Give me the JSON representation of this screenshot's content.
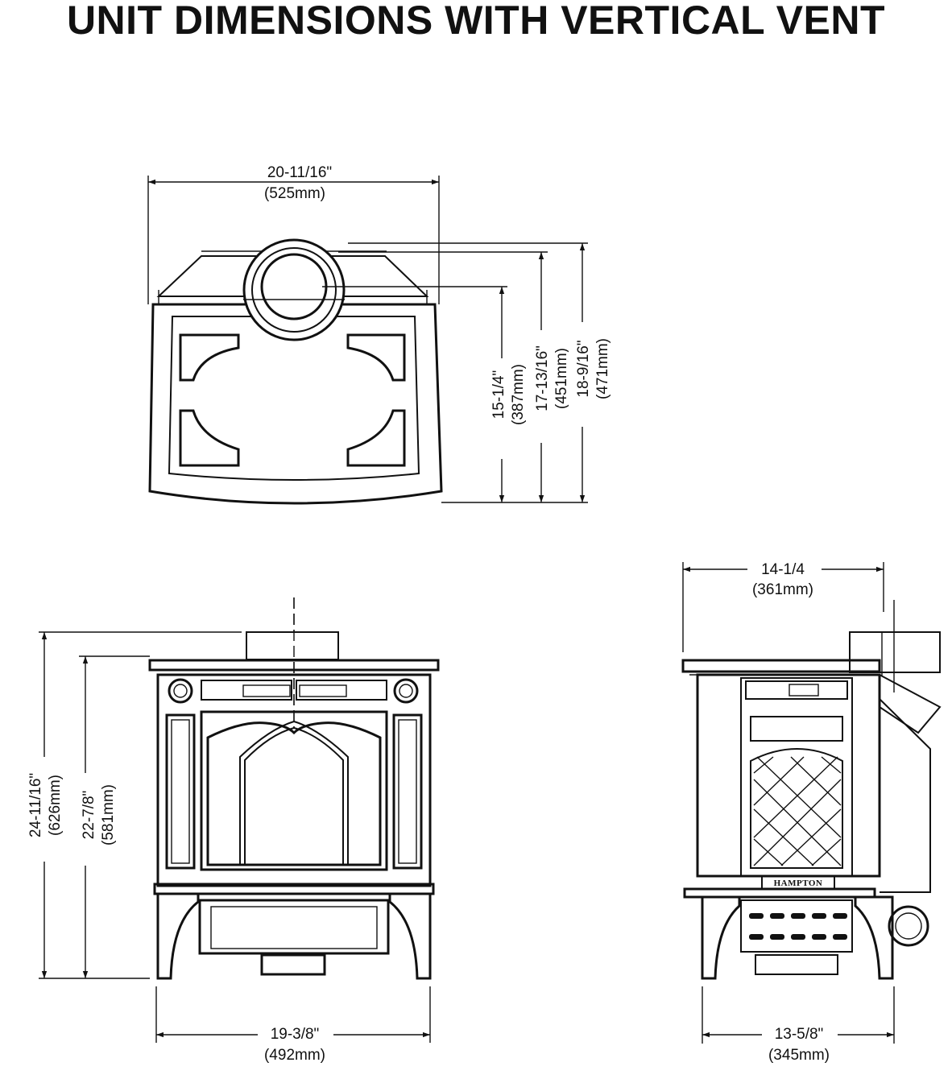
{
  "title": "UNIT DIMENSIONS WITH VERTICAL VENT",
  "brand": "HAMPTON",
  "top_view": {
    "width": {
      "imperial": "20-11/16\"",
      "metric": "(525mm)"
    },
    "depth_to_flue_center": {
      "imperial": "15-1/4\"",
      "metric": "(387mm)"
    },
    "depth_to_flue_collar": {
      "imperial": "17-13/16\"",
      "metric": "(451mm)"
    },
    "overall_depth": {
      "imperial": "18-9/16\"",
      "metric": "(471mm)"
    }
  },
  "front_view": {
    "overall_height": {
      "imperial": "24-11/16\"",
      "metric": "(626mm)"
    },
    "top_height": {
      "imperial": "22-7/8\"",
      "metric": "(581mm)"
    },
    "leg_width": {
      "imperial": "19-3/8\"",
      "metric": "(492mm)"
    }
  },
  "side_view": {
    "top_width": {
      "imperial": "14-1/4",
      "metric": "(361mm)"
    },
    "base_width": {
      "imperial": "13-5/8\"",
      "metric": "(345mm)"
    }
  }
}
